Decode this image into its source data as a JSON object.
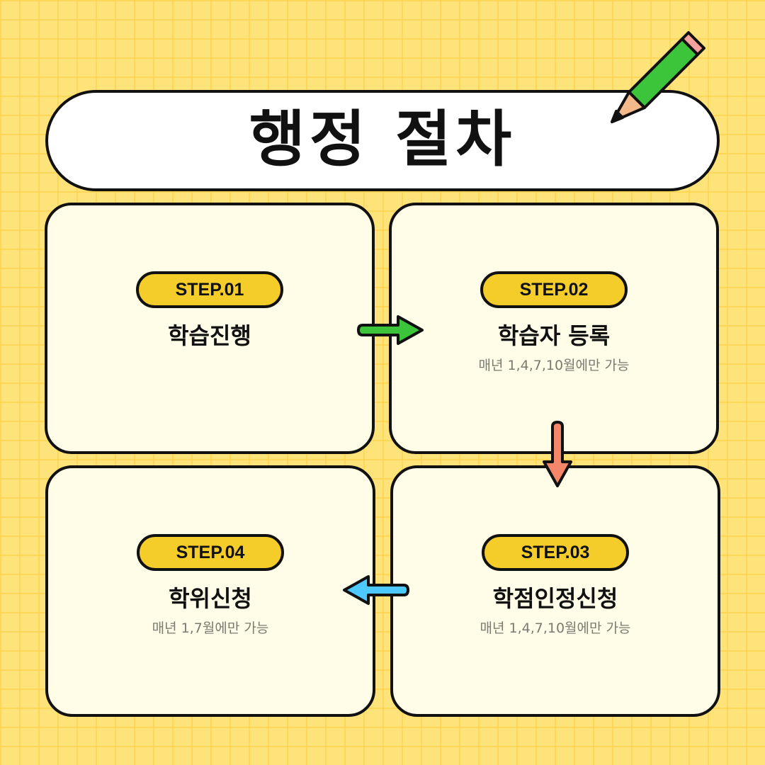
{
  "title": "행정 절차",
  "steps": [
    {
      "badge": "STEP.01",
      "label": "학습진행",
      "note": ""
    },
    {
      "badge": "STEP.02",
      "label": "학습자 등록",
      "note": "매년 1,4,7,10월에만 가능"
    },
    {
      "badge": "STEP.03",
      "label": "학점인정신청",
      "note": "매년 1,4,7,10월에만 가능"
    },
    {
      "badge": "STEP.04",
      "label": "학위신청",
      "note": "매년 1,7월에만 가능"
    }
  ],
  "colors": {
    "background": "#fde37a",
    "card": "#fffde8",
    "badge": "#f5cd2b",
    "arrow_right": "#3cc43a",
    "arrow_down": "#f4866a",
    "arrow_left": "#4ec9ff",
    "pencil_body": "#3cc43a"
  },
  "icons": {
    "decoration": "pencil-icon",
    "flow_1_to_2": "arrow-right-icon",
    "flow_2_to_3": "arrow-down-icon",
    "flow_3_to_4": "arrow-left-icon"
  }
}
